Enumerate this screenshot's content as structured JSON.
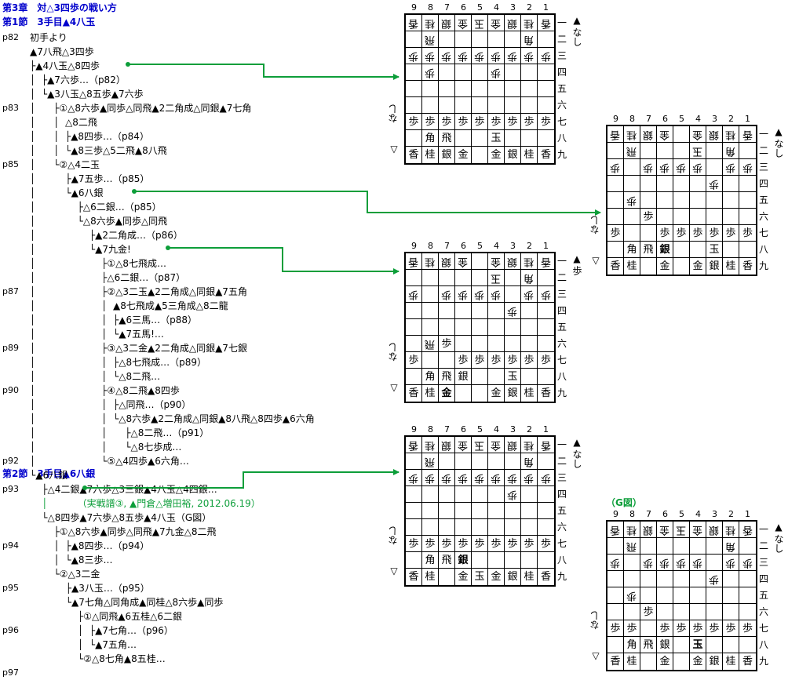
{
  "headings": [
    {
      "text": "第3章　対△3四歩の戦い方",
      "name": "chapter-title"
    },
    {
      "text": "第1節　3手目▲4八玉",
      "name": "section-1-title"
    },
    {
      "text": "第2節　3手目▲6八銀",
      "name": "section-2-title"
    }
  ],
  "page_numbers": [
    "p82",
    "p83",
    "p85",
    "p87",
    "p89",
    "p90",
    "p92",
    "p93",
    "p94",
    "p95",
    "p96",
    "p97"
  ],
  "tree_lines": [
    "初手より",
    "▲7八飛△3四歩",
    "├▲4八玉△8四歩",
    "│  ├▲7六歩…（p82）",
    "│  └▲3八玉△8五歩▲7六歩",
    "│      ├①△8六歩▲同歩△同飛▲2二角成△同銀▲7七角",
    "│      │  △8二飛",
    "│      │  ├▲8四歩…（p84）",
    "│      │  └▲8三歩△5二飛▲8八飛",
    "│      └②△4二玉",
    "│          ├▲7五歩…（p85）",
    "│          └▲6八銀",
    "│              ├△6二銀…（p85）",
    "│              └△8六歩▲同歩△同飛",
    "│                  ├▲2二角成…（p86）",
    "│                  └▲7九金!",
    "│                      ├①△8七飛成…",
    "│                      ├△6二銀…（p87）",
    "│                      ├②△3二玉▲2二角成△同銀▲7五角",
    "│                      │  ▲8七飛成▲5三角成△8二龍",
    "│                      │  ├▲6三馬…（p88）",
    "│                      │  └▲7五馬!…",
    "│                      ├③△3二金▲2二角成△同銀▲7七銀",
    "│                      │  ├△8七飛成…（p89）",
    "│                      │  └△8二飛…",
    "│                      ├④△8二飛▲8四歩",
    "│                      │  ├△同飛…（p90）",
    "│                      │  └△8六歩▲2二角成△同銀▲8八飛△8四歩▲6六角",
    "│                      │      ├△8二飛…（p91）",
    "│                      │      └△8七歩成…",
    "│                      └⑤△4四歩▲6六角…",
    "└▲6八銀",
    "    ├△4二銀▲7六歩△3三銀▲4八玉△4四銀…",
    "    │          （実戦譜③, ▲門倉△増田裕, 2012.06.19）",
    "    └△8四歩▲7六歩△8五歩▲4八玉（G図）",
    "        ├①△8六歩▲同歩△同飛▲7九金△8二飛",
    "        │  ├▲8四歩…（p94）",
    "        │  └▲8三歩…",
    "        └②△3二金",
    "            ├▲3八玉…（p95）",
    "            └▲7七角△同角成▲同桂△8六歩▲同歩",
    "                ├①△同飛▲6五桂△6二銀",
    "                │  ├▲7七角…（p96）",
    "                │  └▲7五角…",
    "                └②△8七角▲8五桂…"
  ],
  "col_labels": [
    "9",
    "8",
    "7",
    "6",
    "5",
    "4",
    "3",
    "2",
    "1"
  ],
  "row_labels": [
    "一",
    "二",
    "三",
    "四",
    "五",
    "六",
    "七",
    "八",
    "九"
  ],
  "boards": [
    {
      "gote_hand": "なし",
      "sente_label": "▲",
      "sente_hand": "なし",
      "title": "",
      "rows": [
        [
          "v香",
          "v桂",
          "v銀",
          "v金",
          "v玉",
          "v金",
          "v銀",
          "v桂",
          "v香"
        ],
        [
          "",
          "v飛",
          "",
          "",
          "",
          "",
          "",
          "v角",
          ""
        ],
        [
          "v歩",
          "v歩",
          "v歩",
          "v歩",
          "v歩",
          "v歩",
          "v歩",
          "v歩",
          "v歩"
        ],
        [
          "",
          "^歩",
          "",
          "",
          "",
          "v歩",
          "",
          "",
          ""
        ],
        [
          "",
          "",
          "",
          "",
          "",
          "",
          "",
          "",
          ""
        ],
        [
          "",
          "",
          "",
          "",
          "",
          "",
          "",
          "",
          ""
        ],
        [
          "歩",
          "歩",
          "歩",
          "歩",
          "歩",
          "歩",
          "歩",
          "歩",
          "歩"
        ],
        [
          "",
          "角",
          "飛",
          "",
          "",
          "玉",
          "",
          "",
          ""
        ],
        [
          "香",
          "桂",
          "銀",
          "金",
          "",
          "金",
          "銀",
          "桂",
          "香"
        ]
      ]
    },
    {
      "gote_hand": "なし",
      "sente_label": "▲",
      "sente_hand": "なし",
      "title": "",
      "rows": [
        [
          "v香",
          "v桂",
          "v銀",
          "v金",
          "",
          "v金",
          "v銀",
          "v桂",
          "v香"
        ],
        [
          "",
          "v飛",
          "",
          "",
          "",
          "v玉",
          "",
          "v角",
          ""
        ],
        [
          "v歩",
          "",
          "v歩",
          "v歩",
          "v歩",
          "v歩",
          "",
          "v歩",
          "v歩"
        ],
        [
          "",
          "",
          "",
          "",
          "",
          "",
          "v歩",
          "",
          ""
        ],
        [
          "",
          "v歩",
          "",
          "",
          "",
          "",
          "",
          "",
          ""
        ],
        [
          "",
          "",
          "歩",
          "",
          "",
          "",
          "",
          "",
          ""
        ],
        [
          "歩",
          "",
          "",
          "歩",
          "歩",
          "歩",
          "歩",
          "歩",
          "歩"
        ],
        [
          "",
          "角",
          "飛",
          "*銀",
          "",
          "",
          "玉",
          "",
          ""
        ],
        [
          "香",
          "桂",
          "",
          "金",
          "",
          "金",
          "銀",
          "桂",
          "香"
        ]
      ]
    },
    {
      "gote_hand": "なし",
      "sente_label": "▲",
      "sente_hand": "歩",
      "title": "",
      "rows": [
        [
          "v香",
          "v桂",
          "v銀",
          "v金",
          "",
          "v金",
          "v銀",
          "v桂",
          "v香"
        ],
        [
          "",
          "",
          "",
          "",
          "",
          "v玉",
          "",
          "v角",
          ""
        ],
        [
          "v歩",
          "",
          "v歩",
          "v歩",
          "v歩",
          "v歩",
          "",
          "v歩",
          "v歩"
        ],
        [
          "",
          "",
          "",
          "",
          "",
          "",
          "v歩",
          "",
          ""
        ],
        [
          "",
          "",
          "",
          "",
          "",
          "",
          "",
          "",
          ""
        ],
        [
          "",
          "v飛",
          "歩",
          "",
          "",
          "",
          "",
          "",
          ""
        ],
        [
          "歩",
          "",
          "",
          "歩",
          "歩",
          "歩",
          "歩",
          "歩",
          "歩"
        ],
        [
          "",
          "角",
          "飛",
          "銀",
          "",
          "",
          "玉",
          "",
          ""
        ],
        [
          "香",
          "桂",
          "*金",
          "",
          "",
          "金",
          "銀",
          "桂",
          "香"
        ]
      ]
    },
    {
      "gote_hand": "なし",
      "sente_label": "▲",
      "sente_hand": "なし",
      "title": "",
      "rows": [
        [
          "v香",
          "v桂",
          "v銀",
          "v金",
          "v玉",
          "v金",
          "v銀",
          "v桂",
          "v香"
        ],
        [
          "",
          "v飛",
          "",
          "",
          "",
          "",
          "",
          "v角",
          ""
        ],
        [
          "v歩",
          "v歩",
          "v歩",
          "v歩",
          "v歩",
          "v歩",
          "v歩",
          "v歩",
          "v歩"
        ],
        [
          "",
          "",
          "",
          "",
          "",
          "",
          "v歩",
          "",
          ""
        ],
        [
          "",
          "",
          "",
          "",
          "",
          "",
          "",
          "",
          ""
        ],
        [
          "",
          "",
          "",
          "",
          "",
          "",
          "",
          "",
          ""
        ],
        [
          "歩",
          "歩",
          "歩",
          "歩",
          "歩",
          "歩",
          "歩",
          "歩",
          "歩"
        ],
        [
          "",
          "角",
          "飛",
          "*銀",
          "",
          "",
          "",
          "",
          ""
        ],
        [
          "香",
          "桂",
          "",
          "金",
          "玉",
          "金",
          "銀",
          "桂",
          "香"
        ]
      ]
    },
    {
      "gote_hand": "なし",
      "sente_label": "▲",
      "sente_hand": "なし",
      "title": "（G図）",
      "rows": [
        [
          "v香",
          "v桂",
          "v銀",
          "v金",
          "v玉",
          "v金",
          "v銀",
          "v桂",
          "v香"
        ],
        [
          "",
          "v飛",
          "",
          "",
          "",
          "",
          "",
          "v角",
          ""
        ],
        [
          "v歩",
          "",
          "v歩",
          "v歩",
          "v歩",
          "v歩",
          "",
          "v歩",
          "v歩"
        ],
        [
          "",
          "",
          "",
          "",
          "",
          "",
          "v歩",
          "",
          ""
        ],
        [
          "",
          "v歩",
          "",
          "",
          "",
          "",
          "",
          "",
          ""
        ],
        [
          "",
          "",
          "歩",
          "",
          "",
          "",
          "",
          "",
          ""
        ],
        [
          "歩",
          "歩",
          "",
          "歩",
          "歩",
          "歩",
          "歩",
          "歩",
          "歩"
        ],
        [
          "",
          "角",
          "飛",
          "銀",
          "",
          "*玉",
          "",
          "",
          ""
        ],
        [
          "香",
          "桂",
          "",
          "金",
          "",
          "金",
          "銀",
          "桂",
          "香"
        ]
      ]
    }
  ],
  "colors": {
    "heading": "#0000cc",
    "arrow": "#0d9e3a",
    "game_note": "#0d9e3a"
  }
}
